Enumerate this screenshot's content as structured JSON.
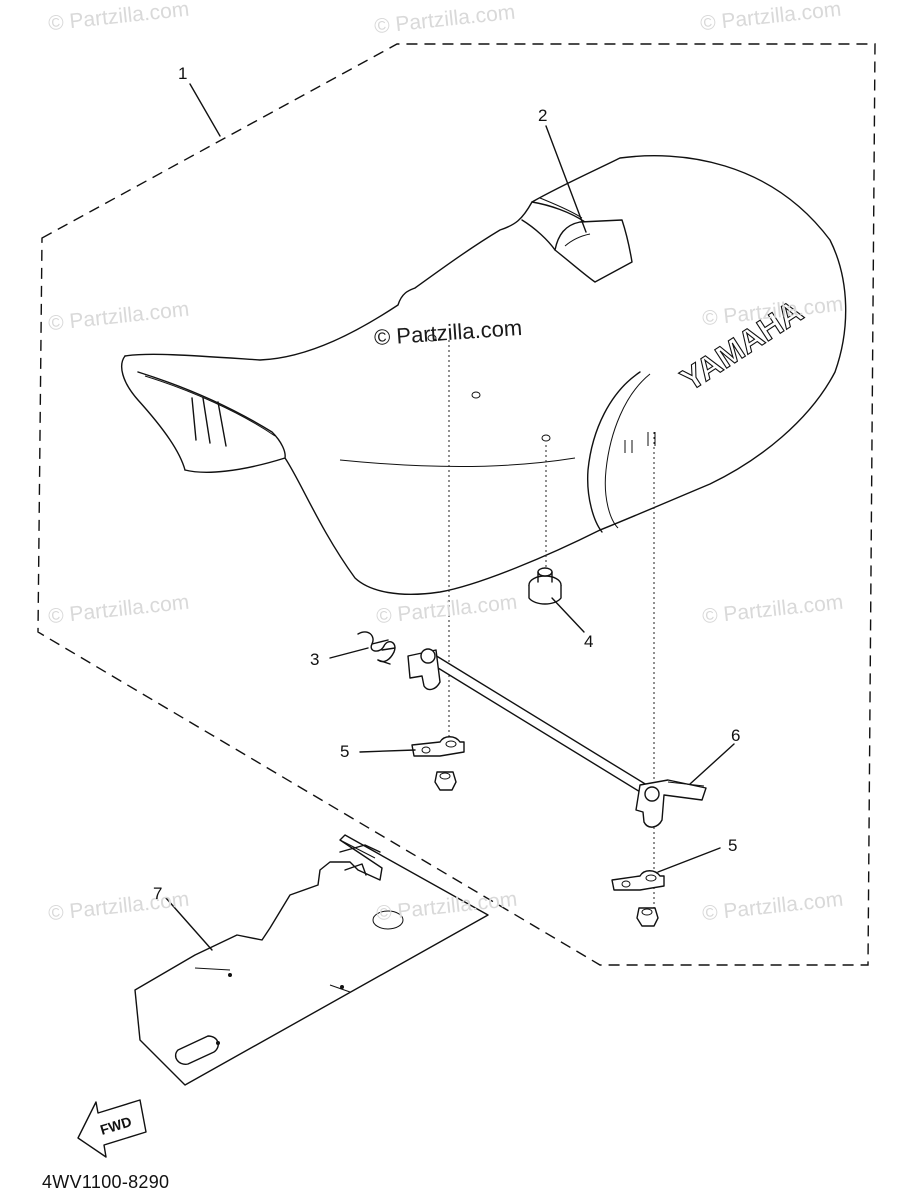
{
  "watermark": {
    "text": "© Partzilla.com",
    "center_text": "© Partzilla.com"
  },
  "brand_text": "YAMAHA",
  "fwd_label": "FWD",
  "part_code": "4WV1100-8290",
  "callouts": [
    "1",
    "2",
    "3",
    "4",
    "5",
    "6",
    "5",
    "7"
  ]
}
